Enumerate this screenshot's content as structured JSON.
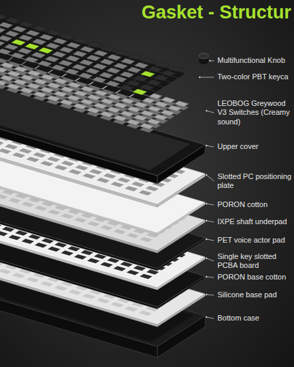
{
  "diagram": {
    "title": "Gasket - Structur",
    "labels": [
      "Multifunctional Knob",
      "Two-color PBT keyca",
      "LEOBOG Greywood V3 Switches (Creamy sound)",
      "Upper cover",
      "Slotted PC positioning plate",
      "PORON cotton",
      "IXPE shaft underpad",
      "PET voice actor pad",
      "Single key slotted PCBA board",
      "PORON base cotton",
      "Silicone base pad",
      "Bottom case"
    ]
  }
}
